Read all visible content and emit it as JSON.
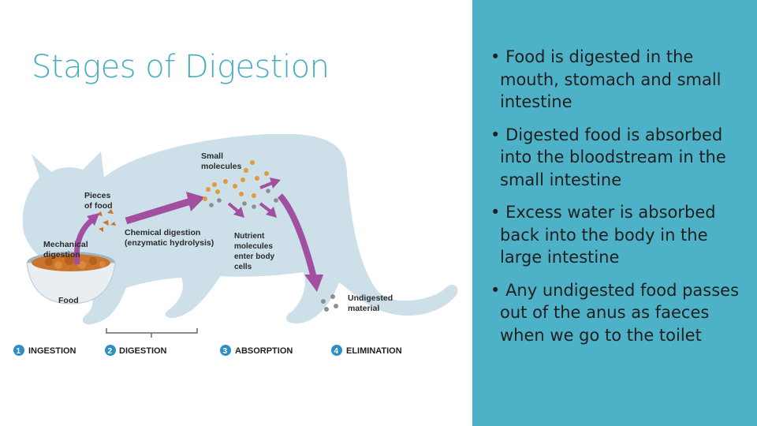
{
  "slide": {
    "title": "Stages of Digestion",
    "bullets": [
      "Food is digested in the mouth, stomach and small intestine",
      "Digested food is absorbed into the bloodstream in the small intestine",
      "Excess water is absorbed back into the body in the large intestine",
      "Any undigested food passes out of the anus as faeces when we go to the toilet"
    ]
  },
  "diagram": {
    "labels": {
      "small_molecules": [
        "Small",
        "molecules"
      ],
      "pieces_of_food": [
        "Pieces",
        "of food"
      ],
      "mechanical_digestion": [
        "Mechanical",
        "digestion"
      ],
      "chemical_digestion": [
        "Chemical digestion",
        "(enzymatic hydrolysis)"
      ],
      "nutrient_molecules": [
        "Nutrient",
        "molecules",
        "enter body",
        "cells"
      ],
      "undigested_material": [
        "Undigested",
        "material"
      ],
      "food": "Food"
    },
    "stages": [
      {
        "num": "1",
        "label": "INGESTION"
      },
      {
        "num": "2",
        "label": "DIGESTION"
      },
      {
        "num": "3",
        "label": "ABSORPTION"
      },
      {
        "num": "4",
        "label": "ELIMINATION"
      }
    ],
    "colors": {
      "body": "#cde0ea",
      "arrow": "#a24f9f",
      "stage_circle": "#2f8fc4",
      "food": "#c9752b",
      "molecule": "#e29a3c",
      "nutrient": "#8a8f96"
    }
  }
}
